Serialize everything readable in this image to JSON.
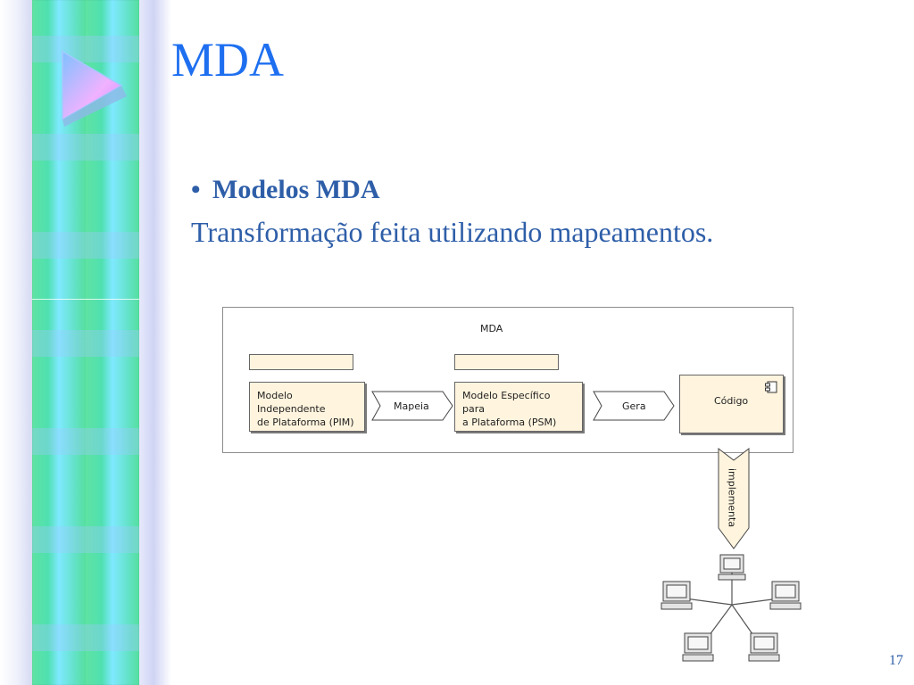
{
  "slide": {
    "title": "MDA",
    "bullet_heading": "Modelos MDA",
    "subtext": "Transformação feita utilizando mapeamentos.",
    "page_number": "17"
  },
  "diagram": {
    "frame_label": "MDA",
    "pim_line1": "Modelo Independente",
    "pim_line2": "de Plataforma (PIM)",
    "arrow1_label": "Mapeia",
    "psm_line1": "Modelo Específico para",
    "psm_line2": "a Plataforma (PSM)",
    "arrow2_label": "Gera",
    "component_label": "Código",
    "vertical_label": "implementa"
  },
  "colors": {
    "title": "#1e6ff0",
    "body_text": "#2e5ea8",
    "note_fill": "#fff4de"
  },
  "icons": {
    "logo": "triangle-logo-icon",
    "component": "component-icon",
    "network": "network-computers-icon"
  }
}
